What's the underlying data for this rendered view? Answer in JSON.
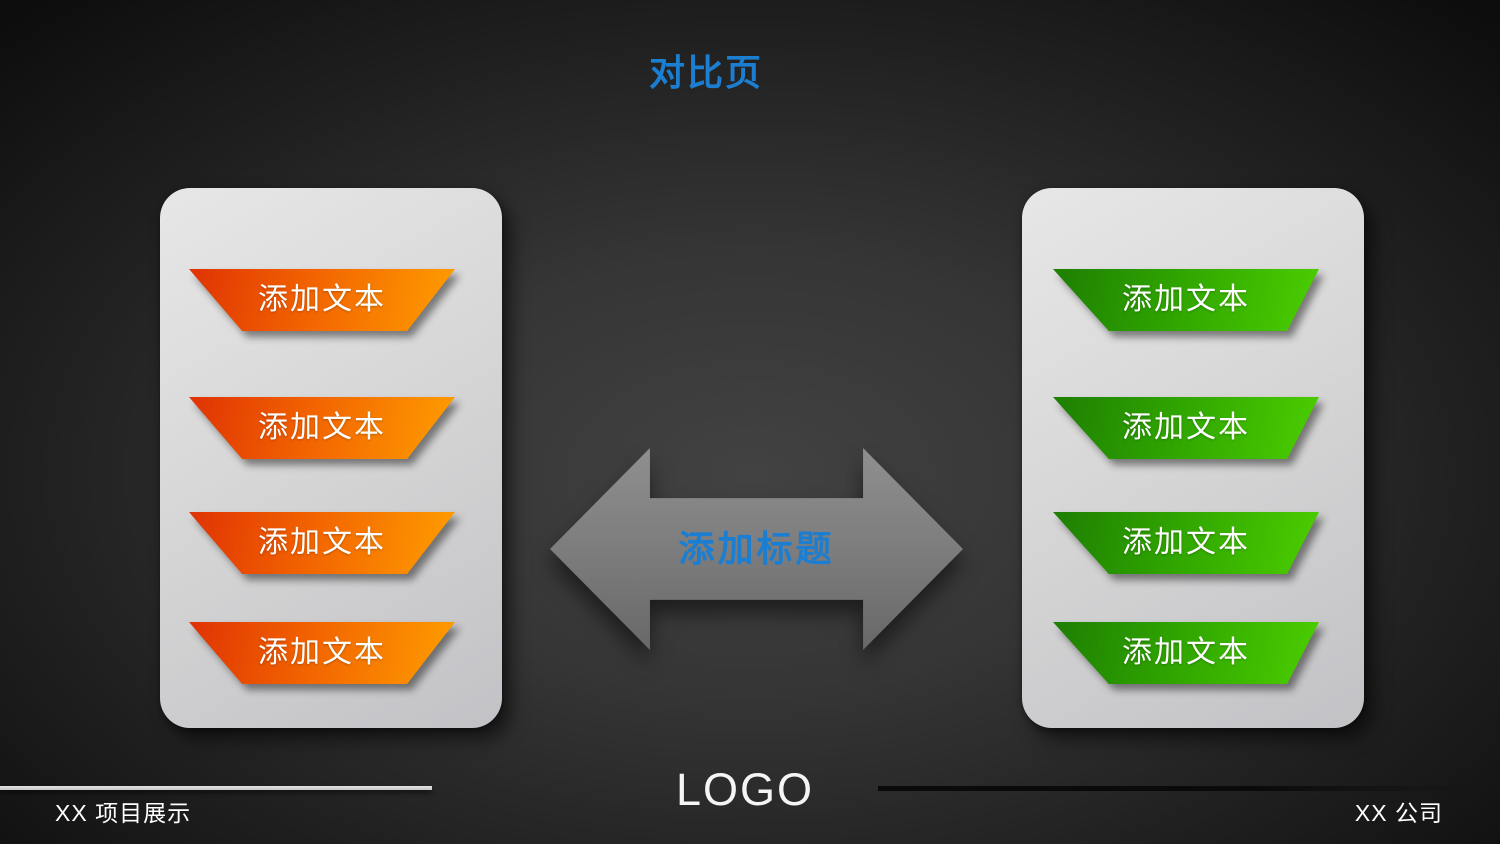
{
  "slide": {
    "title": "对比页",
    "center_label": "添加标题",
    "logo": "LOGO",
    "footer_left": "XX 项目展示",
    "footer_right": "XX 公司",
    "left_items": [
      "添加文本",
      "添加文本",
      "添加文本",
      "添加文本"
    ],
    "right_items": [
      "添加文本",
      "添加文本",
      "添加文本",
      "添加文本"
    ],
    "colors": {
      "accent_blue": "#1b7ed1",
      "orange_gradient_start": "#df3304",
      "orange_gradient_end": "#ff9e00",
      "green_gradient_start": "#1e7e02",
      "green_gradient_end": "#4cce00",
      "arrow_gray": "#7d7d7d",
      "panel_gray": "#d7d7d7",
      "text_white": "#ffffff"
    }
  }
}
